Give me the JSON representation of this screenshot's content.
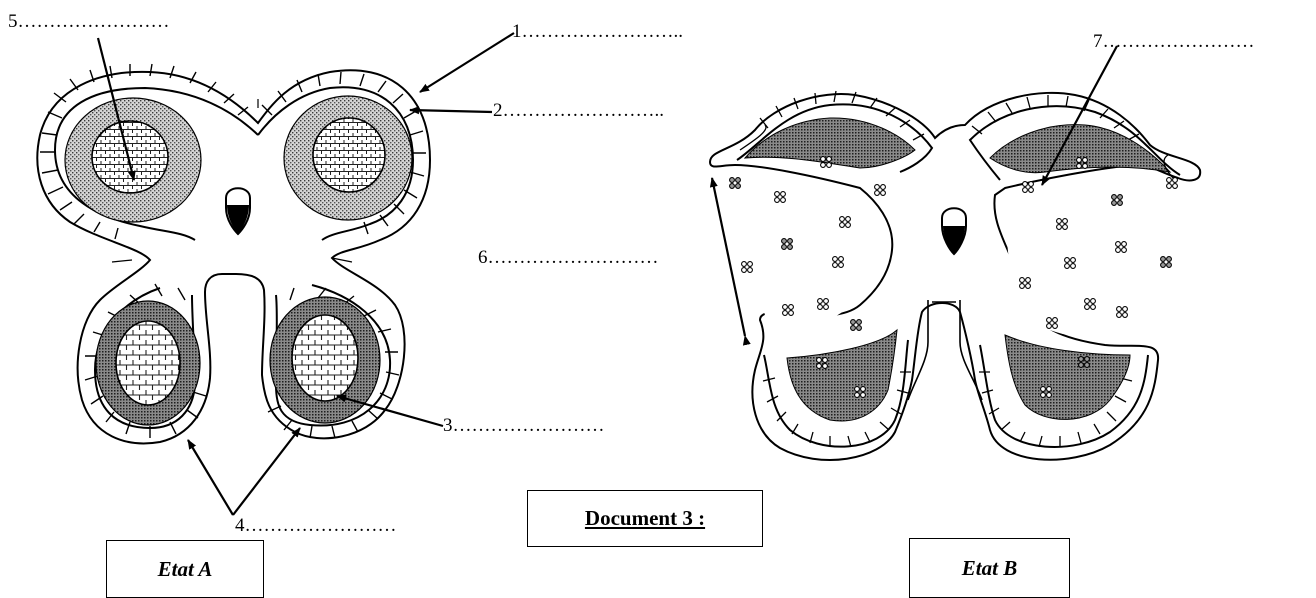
{
  "labels": {
    "l1": "1……………………..",
    "l2": "2……………………..",
    "l3": "3……………………",
    "l4": "4……………………",
    "l5": "5……………………",
    "l6": "6………………………",
    "l7": "7……………………"
  },
  "captions": {
    "etat_a": "Etat  A",
    "etat_b": "Etat  B",
    "document": "Document 3 :"
  },
  "colors": {
    "ink": "#000000",
    "stipple": "#6d6d6d",
    "background": "#ffffff"
  }
}
